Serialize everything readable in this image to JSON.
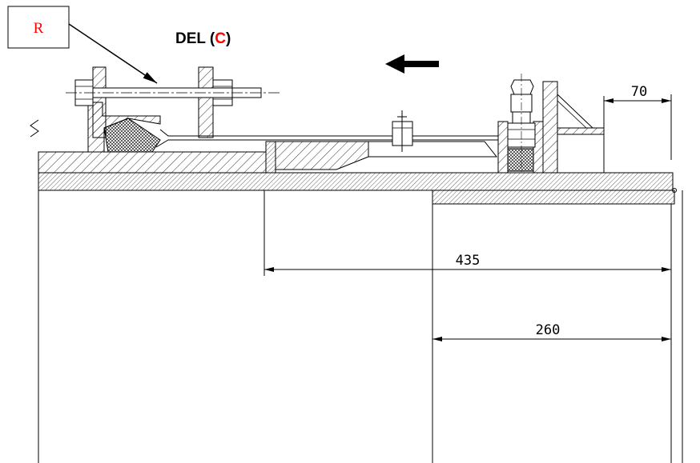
{
  "callout": {
    "label": "R",
    "color": "#ff0000"
  },
  "title": {
    "prefix": "DEL (",
    "highlight": "C",
    "suffix": ")",
    "highlight_color": "#ff0000"
  },
  "direction_arrow": {
    "direction": "left"
  },
  "dimensions": {
    "top": "70",
    "middle": "435",
    "bottom": "260"
  }
}
